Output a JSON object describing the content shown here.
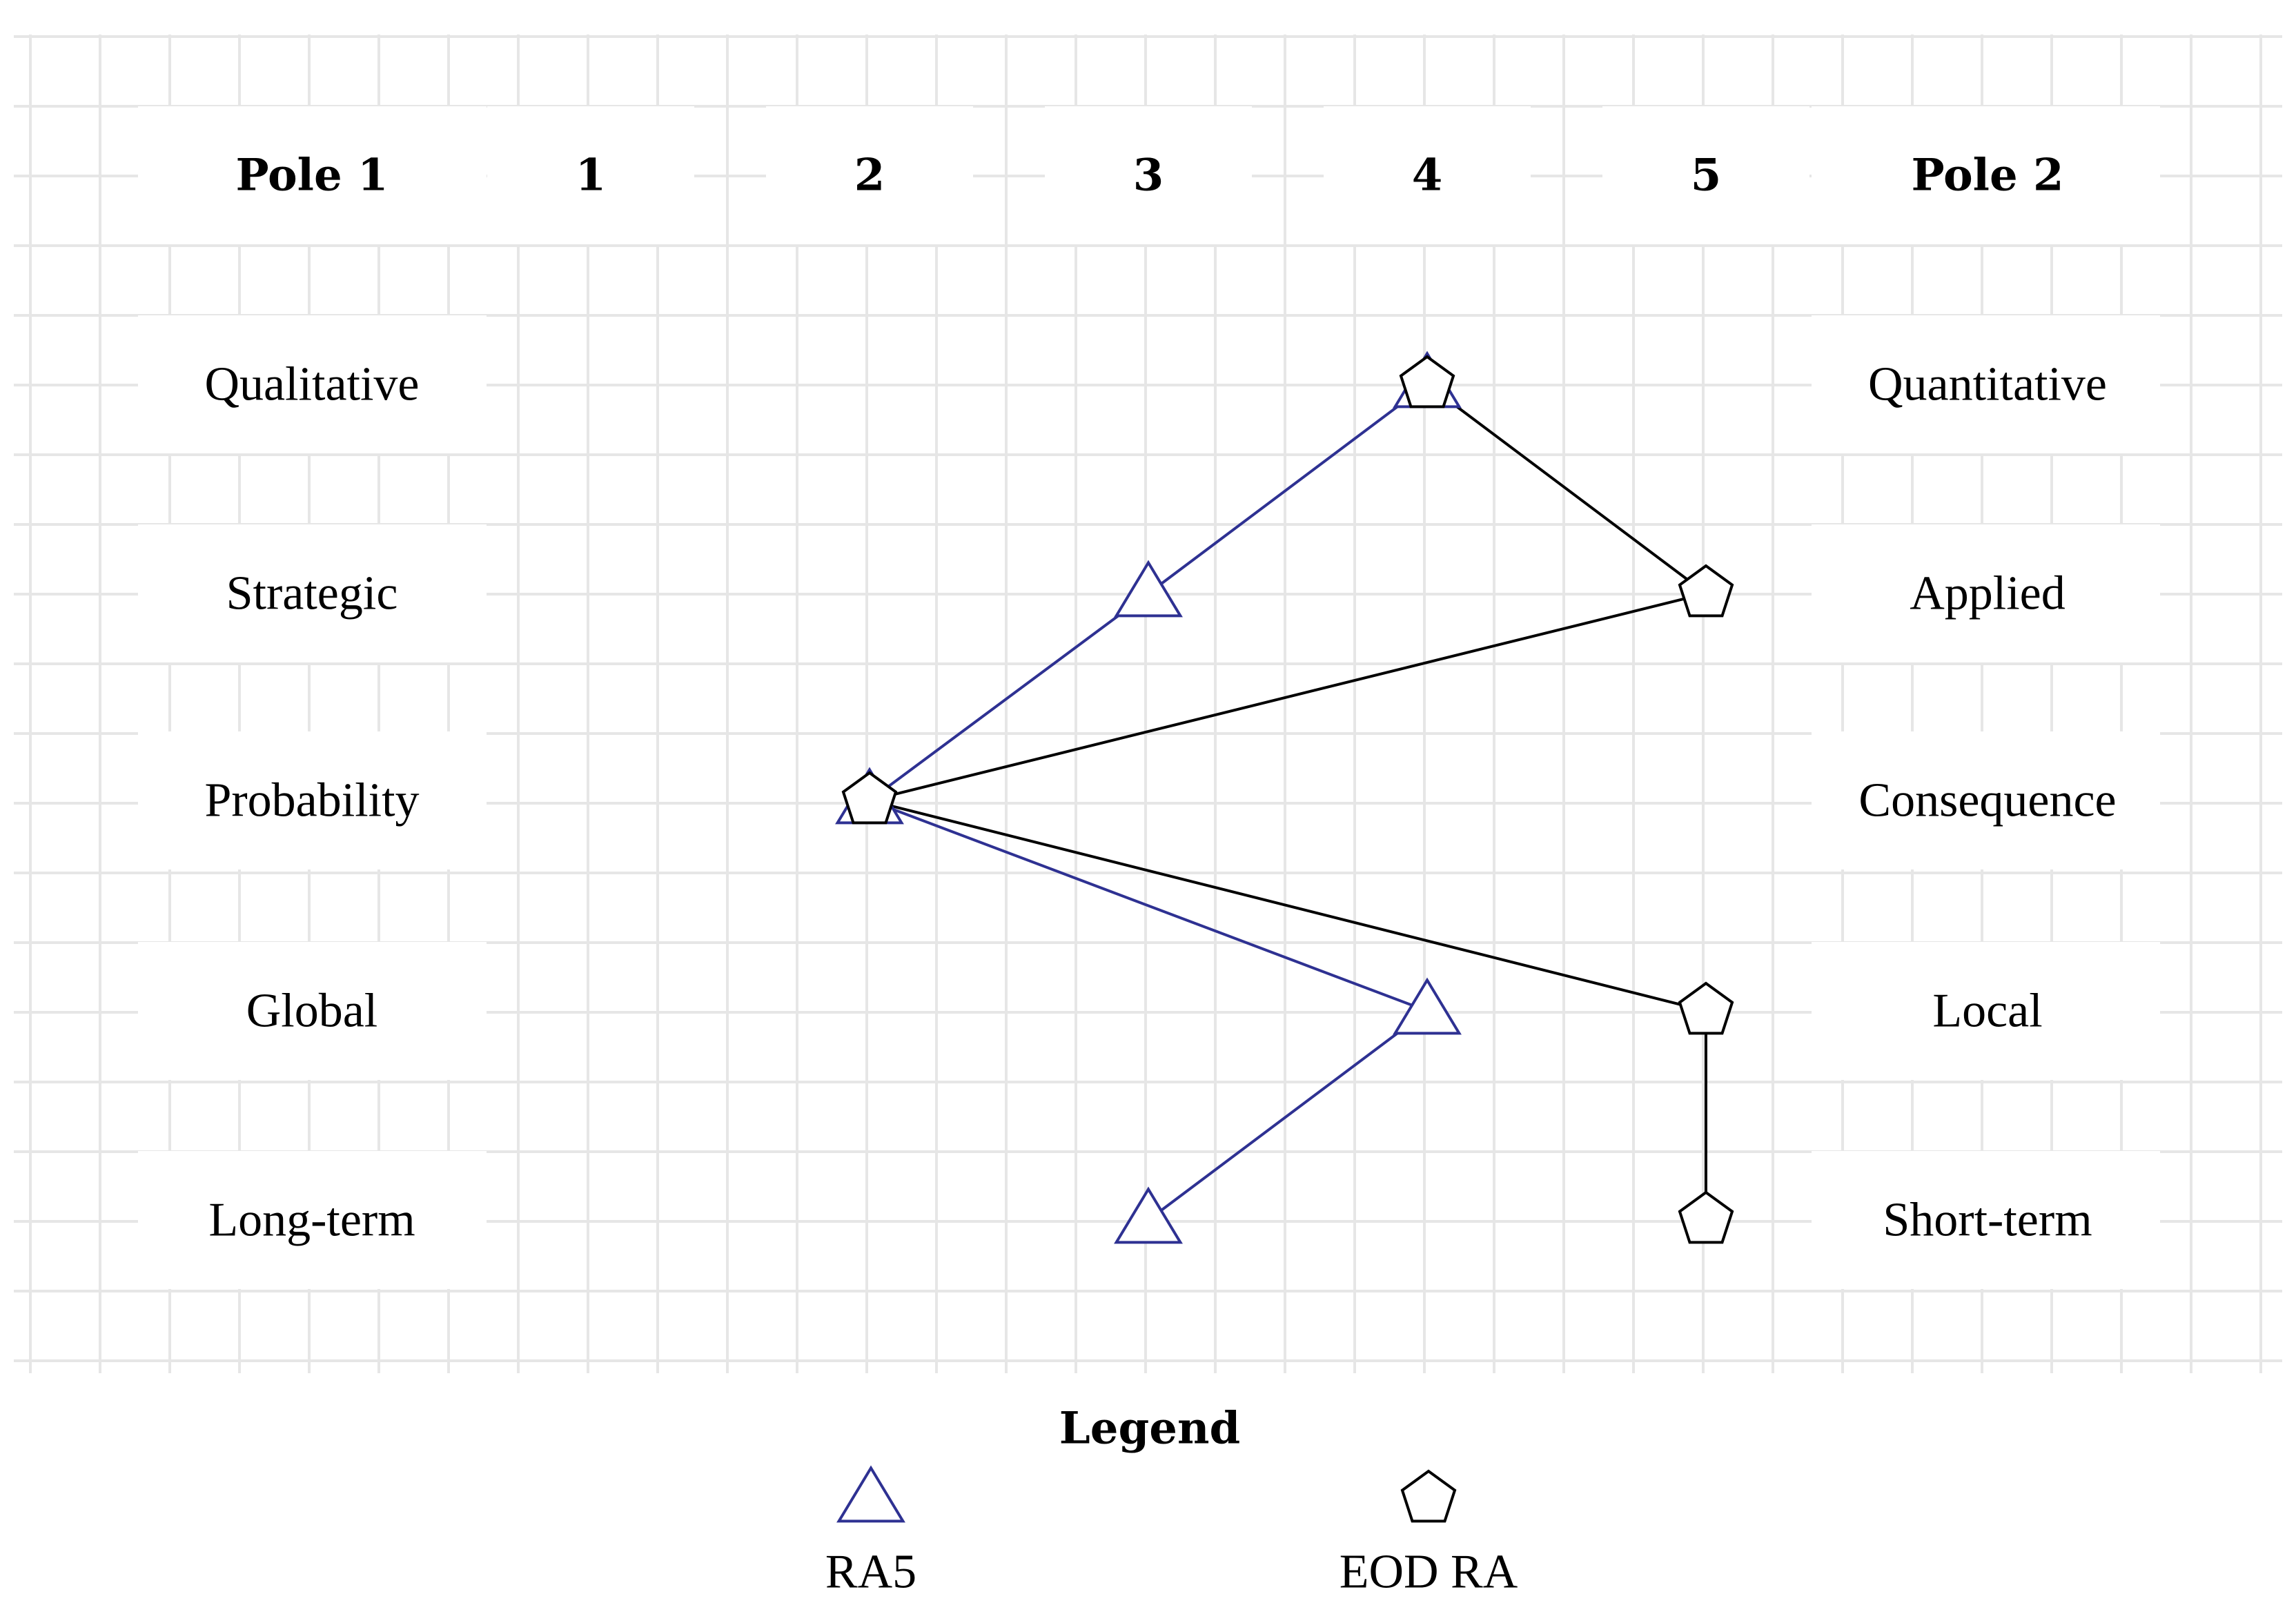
{
  "chart_data": {
    "type": "line",
    "header": {
      "pole1": "Pole 1",
      "pole2": "Pole 2",
      "scale": [
        "1",
        "2",
        "3",
        "4",
        "5"
      ]
    },
    "rows": [
      {
        "pole1": "Qualitative",
        "pole2": "Quantitative"
      },
      {
        "pole1": "Strategic",
        "pole2": "Applied"
      },
      {
        "pole1": "Probability",
        "pole2": "Consequence"
      },
      {
        "pole1": "Global",
        "pole2": "Local"
      },
      {
        "pole1": "Long-term",
        "pole2": "Short-term"
      }
    ],
    "xlim": [
      1,
      5
    ],
    "series": [
      {
        "name": "RA5",
        "marker": "triangle",
        "color": "#2e3192",
        "values": [
          4,
          3,
          2,
          4,
          3
        ]
      },
      {
        "name": "EOD RA",
        "marker": "pentagon",
        "color": "#000000",
        "values": [
          4,
          5,
          2,
          5,
          5
        ]
      }
    ],
    "legend": {
      "title": "Legend",
      "position": "bottom"
    },
    "grid": true
  }
}
